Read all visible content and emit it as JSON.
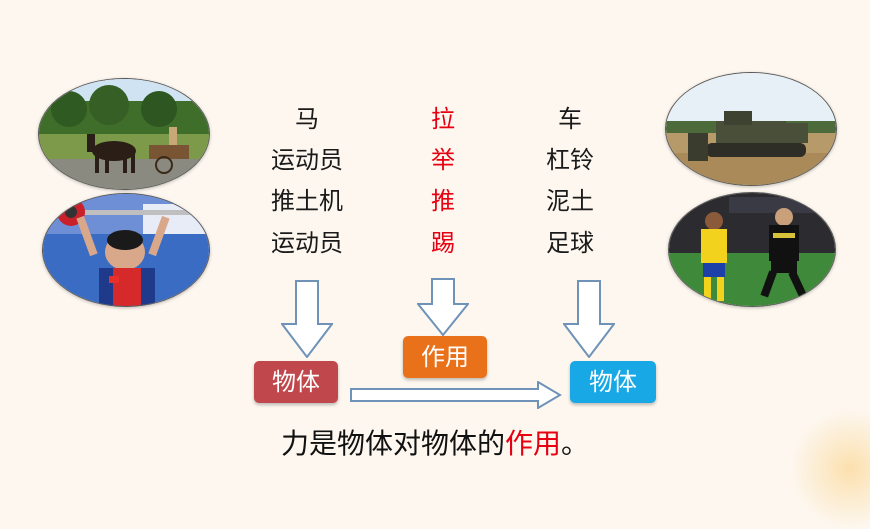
{
  "columns": {
    "left": [
      "马",
      "运动员",
      "推土机",
      "运动员"
    ],
    "middle": [
      "拉",
      "举",
      "推",
      "踢"
    ],
    "right": [
      "车",
      "杠铃",
      "泥土",
      "足球"
    ]
  },
  "boxes": {
    "left": "物体",
    "middle": "作用",
    "right": "物体"
  },
  "summary": {
    "prefix": "力是物体对物体的",
    "highlight": "作用",
    "suffix": "。"
  },
  "colors": {
    "accent_red": "#e60012",
    "box_left": "#c0474c",
    "box_middle": "#e8711a",
    "box_right": "#19a8e6",
    "arrow_outline": "#6f93b8"
  }
}
